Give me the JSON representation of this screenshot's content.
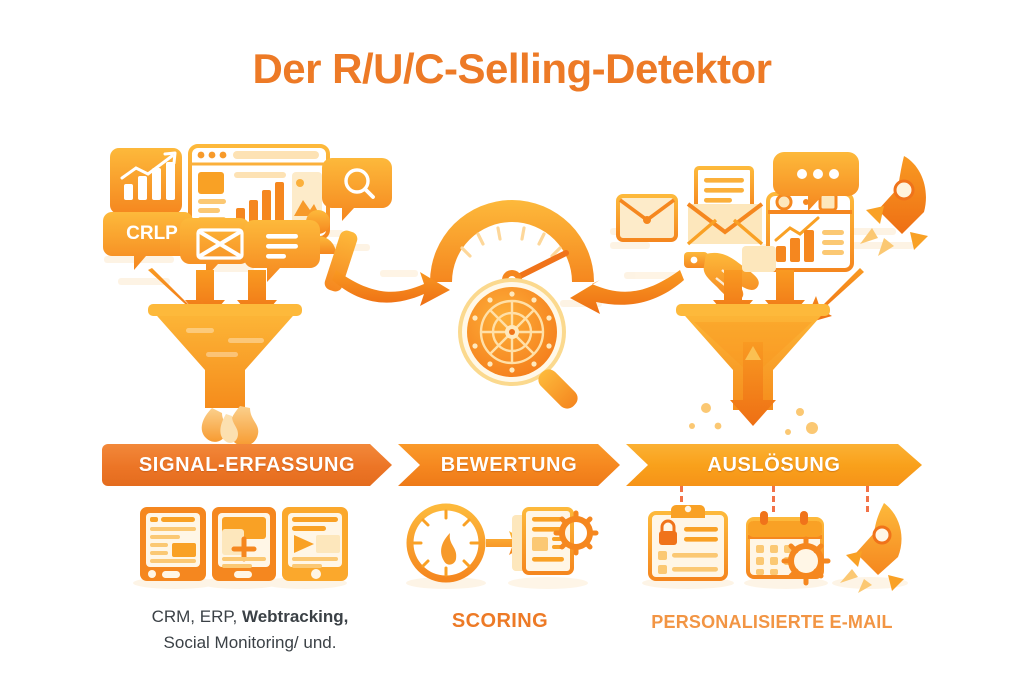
{
  "page": {
    "title": "Der R/U/C-Selling-Detektor",
    "background": "#ffffff"
  },
  "colors": {
    "title": "#ED7A26",
    "accent_dark": "#E46C1E",
    "accent": "#F5871F",
    "accent_light": "#F9A11B",
    "accent_pale": "#FBC86A",
    "caption_text": "#3b4146",
    "dashed_connector": "#F05A28"
  },
  "stages": [
    {
      "id": "signal-erfassung",
      "label": "SIGNAL-ERFASSUNG",
      "caption_line1": "CRM, ERP, ",
      "caption_bold": "Webtracking,",
      "caption_line2": "Social Monitoring/ und.",
      "color": "#EC7526"
    },
    {
      "id": "bewertung",
      "label": "BEWERTUNG",
      "caption": "SCORING",
      "color": "#F5871F"
    },
    {
      "id": "ausloesung",
      "label": "AUSLÖSUNG",
      "caption": "PERSONALISIERTE E-MAIL",
      "color": "#F9A11B"
    }
  ],
  "illustration": {
    "left_cluster": {
      "badge_label": "CRLP",
      "icons": [
        "bar-chart-icon",
        "dashboard-window-icon",
        "image-placeholder-icon",
        "search-bubble-icon",
        "user-avatar-icon",
        "mail-bubble-icon",
        "chat-bubble-icon",
        "pencil-icon",
        "funnel-icon",
        "flame-icon",
        "down-arrow-icon"
      ]
    },
    "center_cluster": {
      "icons": [
        "gauge-meter-icon",
        "magnifier-radar-icon",
        "curved-arrow-left-icon",
        "curved-arrow-right-icon"
      ]
    },
    "right_cluster": {
      "icons": [
        "envelope-open-icon",
        "envelope-icon",
        "dashboard-camera-icon",
        "chat-dots-bubble-icon",
        "handshake-icon",
        "rocket-icon",
        "funnel-icon",
        "down-arrow-icon",
        "up-arrow-icon"
      ]
    },
    "bottom_row": {
      "left_icons": [
        "mobile-article-icon",
        "mobile-add-icon",
        "mobile-video-icon"
      ],
      "center_icons": [
        "scoring-dial-icon",
        "arrow-right-icon",
        "document-gear-icon"
      ],
      "right_icons": [
        "clipboard-lock-icon",
        "calendar-gear-icon",
        "rocket-launch-icon"
      ]
    }
  }
}
